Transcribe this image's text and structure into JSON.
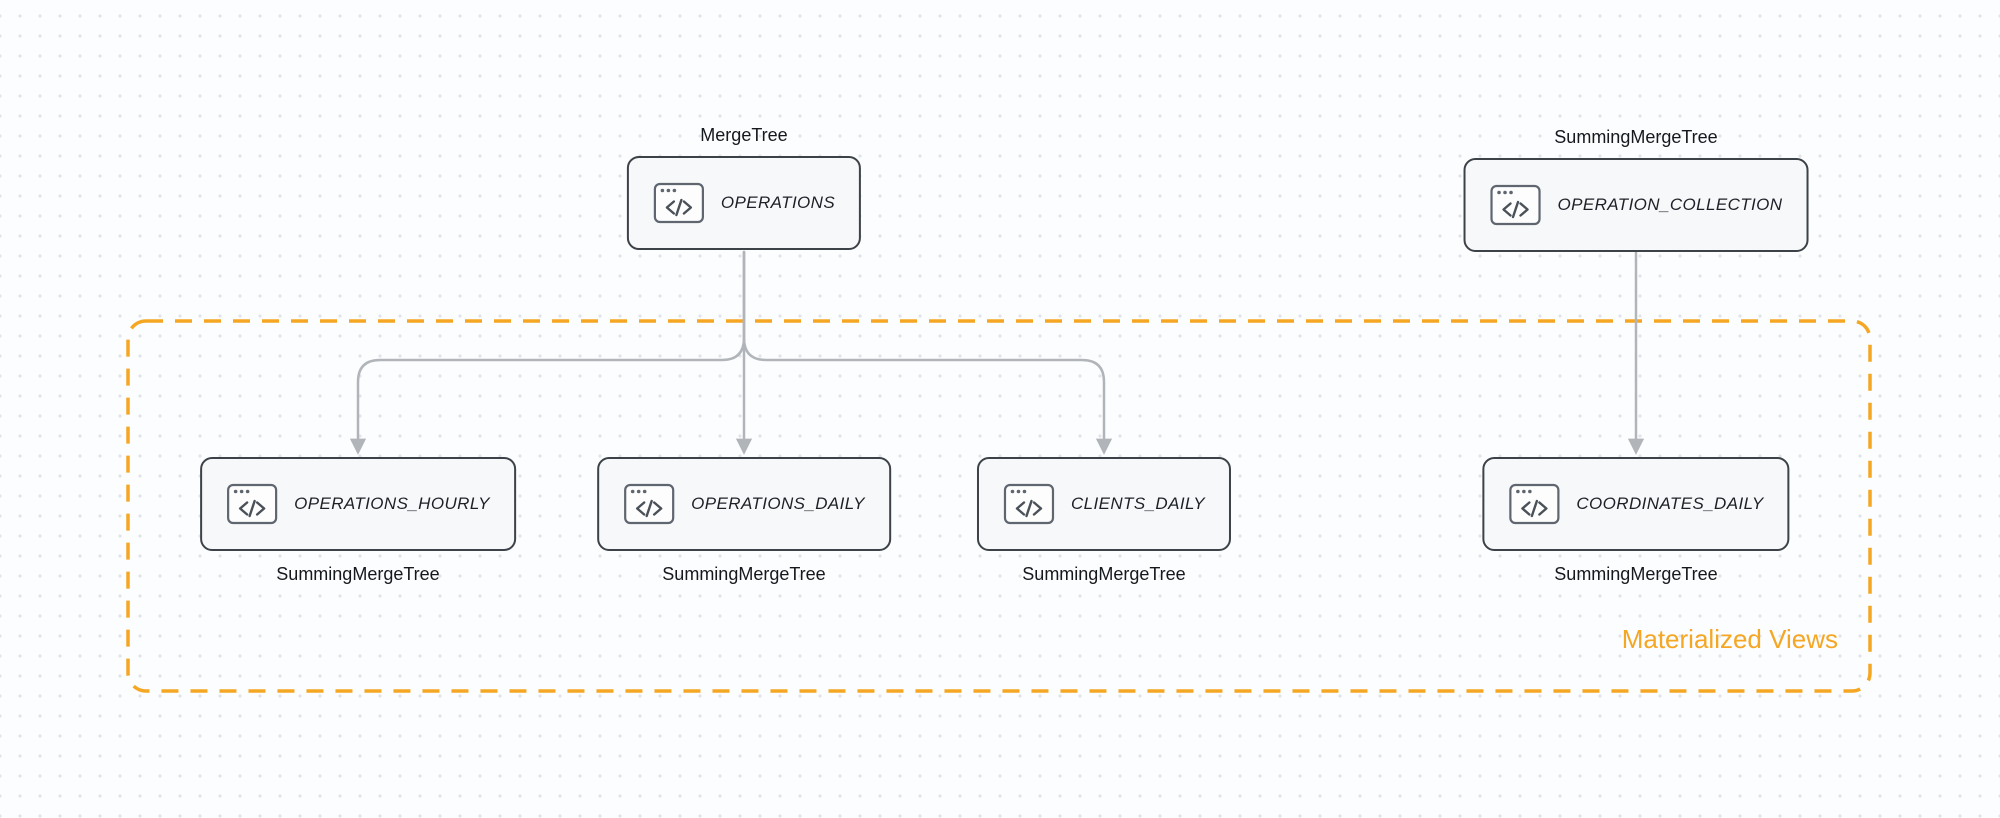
{
  "colors": {
    "accent_orange": "#F5A623",
    "arrow_gray": "#b1b5ba",
    "node_border": "#3d4248",
    "node_background": "#f7f8f9",
    "canvas_background": "#fcfdfe",
    "dot_grid": "#e0e4e9",
    "text_dark": "#1d2127"
  },
  "group": {
    "label": "Materialized Views"
  },
  "nodes": [
    {
      "id": "operations",
      "label": "OPERATIONS",
      "engine": "MergeTree",
      "engine_position": "top"
    },
    {
      "id": "operation-collection",
      "label": "OPERATION_COLLECTION",
      "engine": "SummingMergeTree",
      "engine_position": "top"
    },
    {
      "id": "operations-hourly",
      "label": "OPERATIONS_HOURLY",
      "engine": "SummingMergeTree",
      "engine_position": "bottom"
    },
    {
      "id": "operations-daily",
      "label": "OPERATIONS_DAILY",
      "engine": "SummingMergeTree",
      "engine_position": "bottom"
    },
    {
      "id": "clients-daily",
      "label": "CLIENTS_DAILY",
      "engine": "SummingMergeTree",
      "engine_position": "bottom"
    },
    {
      "id": "coordinates-daily",
      "label": "COORDINATES_DAILY",
      "engine": "SummingMergeTree",
      "engine_position": "bottom"
    }
  ],
  "edges": [
    {
      "from": "operations",
      "to": "operations-hourly"
    },
    {
      "from": "operations",
      "to": "operations-daily"
    },
    {
      "from": "operations",
      "to": "clients-daily"
    },
    {
      "from": "operation-collection",
      "to": "coordinates-daily"
    }
  ],
  "icons": {
    "node_icon": "code-window-icon"
  }
}
